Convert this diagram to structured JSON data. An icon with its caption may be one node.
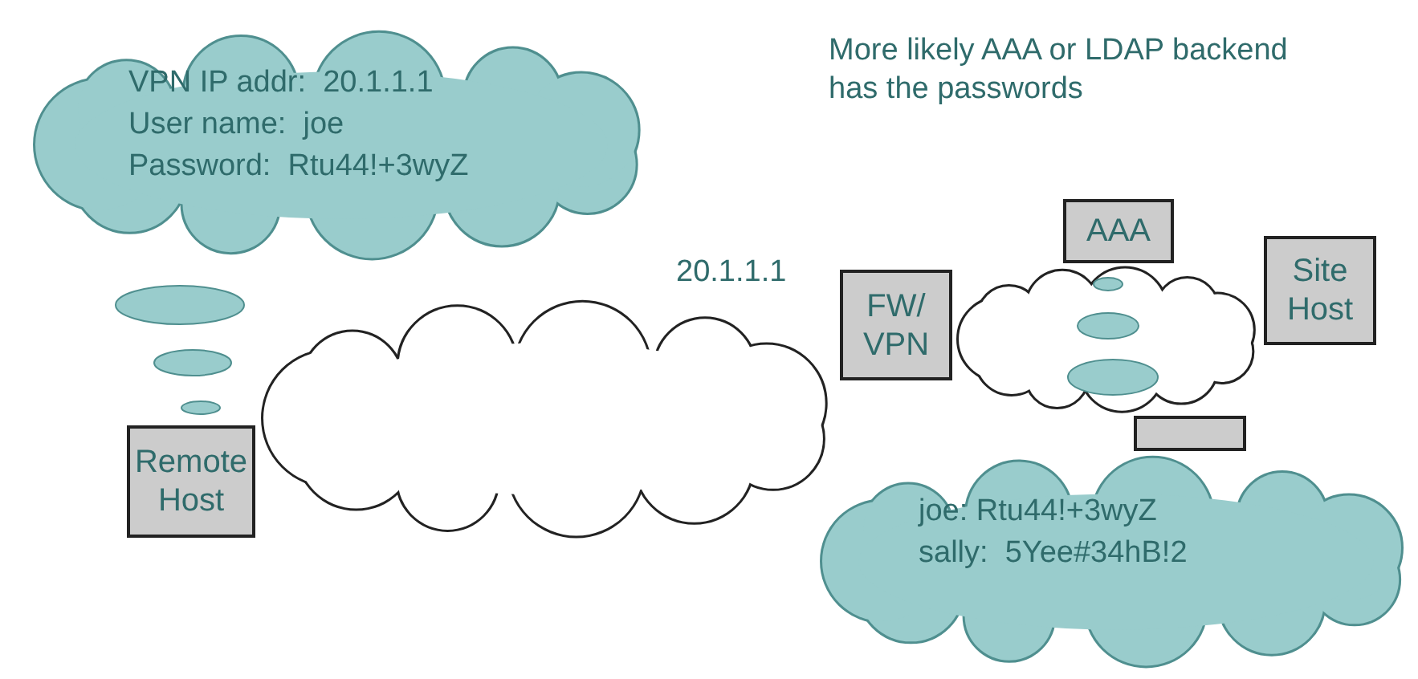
{
  "diagram": {
    "nodes": [
      {
        "text": [
          "VPN IP addr:  20.1.1.1",
          "User name:  joe",
          "Password:  Rtu44!+3wyZ"
        ]
      },
      {
        "text": [],
        "shape": "cloud"
      },
      {
        "text": [
          "Remote Host"
        ]
      },
      {
        "text": [
          "FW/ VPN"
        ]
      },
      {
        "text": [],
        "shape": "cloud"
      },
      {
        "text": [
          "AAA"
        ]
      },
      {
        "text": [
          "Site Host"
        ]
      },
      {
        "text": [],
        "shape": "box"
      },
      {
        "text": [
          "joe: Rtu44!+3wyZ",
          "sally:  5Yee#34hB!2"
        ]
      }
    ],
    "labels": [
      "20.1.1.1",
      "More likely AAA or LDAP backend has the passwords"
    ]
  }
}
